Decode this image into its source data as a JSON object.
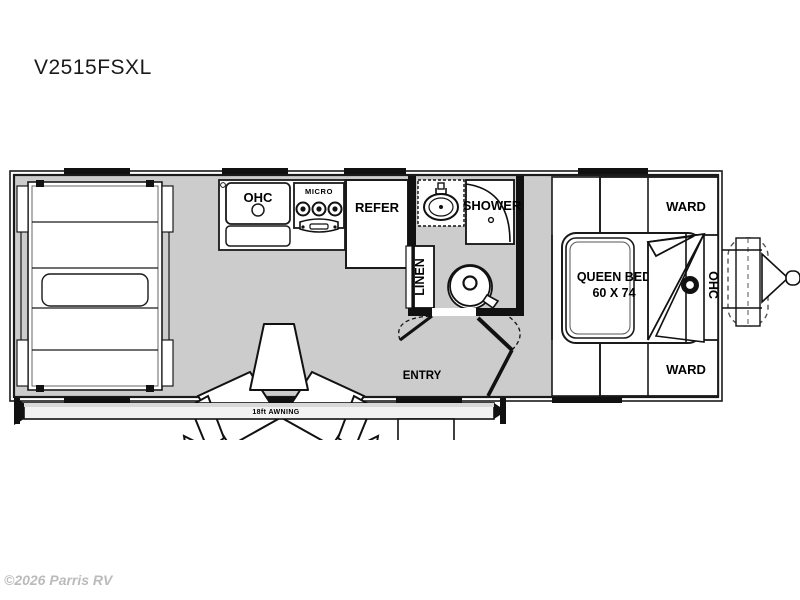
{
  "page": {
    "model_title": "V2515FSXL",
    "copyright": "©2026 Parris RV",
    "background_color": "#ffffff",
    "floor_color": "#cccccc",
    "outline_color": "#1a1a1a"
  },
  "floorplan": {
    "type": "rv-travel-trailer-floorplan",
    "labels": {
      "kitchen_overhead_cabinet": "OHC",
      "microwave": "MICRO",
      "refrigerator": "REFER",
      "shower": "SHOWER",
      "linen_closet": "LINEN",
      "queen_bed": "QUEEN BED",
      "queen_bed_size": "60 X 74",
      "wardrobe_top": "WARD",
      "wardrobe_bottom": "WARD",
      "bedroom_overhead_cabinet": "OHC",
      "entry": "ENTRY",
      "awning": "18ft AWNING"
    },
    "rooms": [
      {
        "name": "front-cargo-bed-area",
        "label": ""
      },
      {
        "name": "living-area",
        "label": ""
      },
      {
        "name": "kitchen",
        "label": "OHC"
      },
      {
        "name": "bathroom",
        "label": "SHOWER"
      },
      {
        "name": "bedroom",
        "label": "QUEEN BED"
      }
    ],
    "fixtures": [
      {
        "name": "stove-3-burner",
        "burners": 3
      },
      {
        "name": "kitchen-sink",
        "basins": 1
      },
      {
        "name": "bathroom-lavatory",
        "basins": 1
      },
      {
        "name": "toilet",
        "count": 1
      },
      {
        "name": "recliner-chair-left",
        "count": 1
      },
      {
        "name": "recliner-chair-right",
        "count": 1
      },
      {
        "name": "side-table",
        "count": 1
      },
      {
        "name": "propane-tanks",
        "count": 2
      },
      {
        "name": "a-frame-hitch",
        "count": 1
      },
      {
        "name": "entry-step",
        "count": 1
      }
    ]
  }
}
